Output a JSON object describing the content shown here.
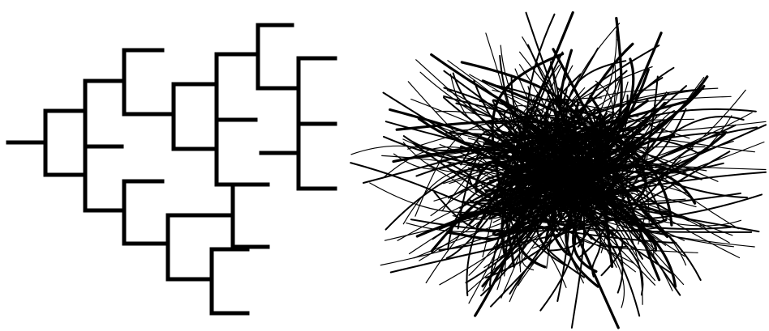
{
  "figure": {
    "background": "#ffffff",
    "ink_color": "#000000",
    "panels": [
      {
        "name": "branching-tree-diagram",
        "description_kind": "rectangular bifurcating tree (cladogram-like)"
      },
      {
        "name": "tangled-network-diagram",
        "description_kind": "dense tangle of curved strands"
      }
    ]
  }
}
